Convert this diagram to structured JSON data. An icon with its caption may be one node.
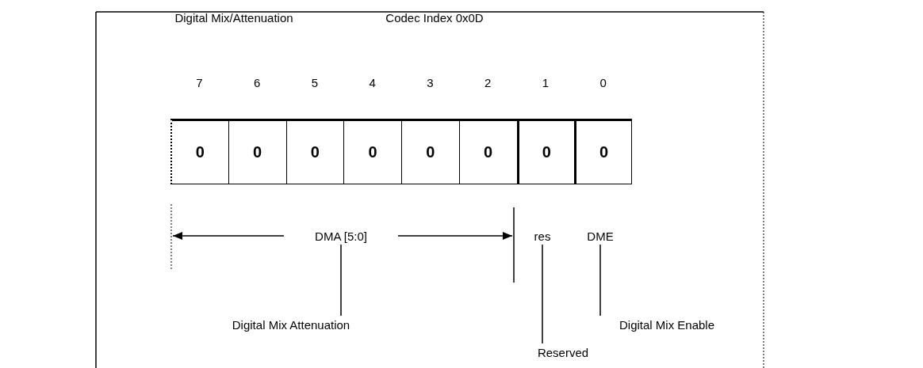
{
  "diagram": {
    "nodes": [
      {
        "text": [
          "0"
        ]
      },
      {
        "text": [
          "0"
        ]
      },
      {
        "text": [
          "0"
        ]
      },
      {
        "text": [
          "0"
        ]
      },
      {
        "text": [
          "0"
        ]
      },
      {
        "text": [
          "0"
        ]
      },
      {
        "text": [
          "0"
        ]
      },
      {
        "text": [
          "0"
        ]
      },
      {
        "text": [
          "DMA [5:0]"
        ]
      },
      {
        "text": [
          "res"
        ]
      },
      {
        "text": [
          "DME"
        ]
      },
      {
        "text": [
          "Digital Mix Attenuation"
        ]
      },
      {
        "text": [
          "Reserved"
        ]
      },
      {
        "text": [
          "Digital Mix Enable"
        ]
      }
    ],
    "edges": [
      {
        "from": 8,
        "to": 11,
        "arrow": "none"
      },
      {
        "from": 9,
        "to": 12,
        "arrow": "none"
      },
      {
        "from": 10,
        "to": 13,
        "arrow": "none"
      }
    ],
    "labels": [
      "Digital Mix/Attenuation",
      "Codec Index 0x0D",
      "7",
      "6",
      "5",
      "4",
      "3",
      "2",
      "1",
      "0"
    ]
  }
}
